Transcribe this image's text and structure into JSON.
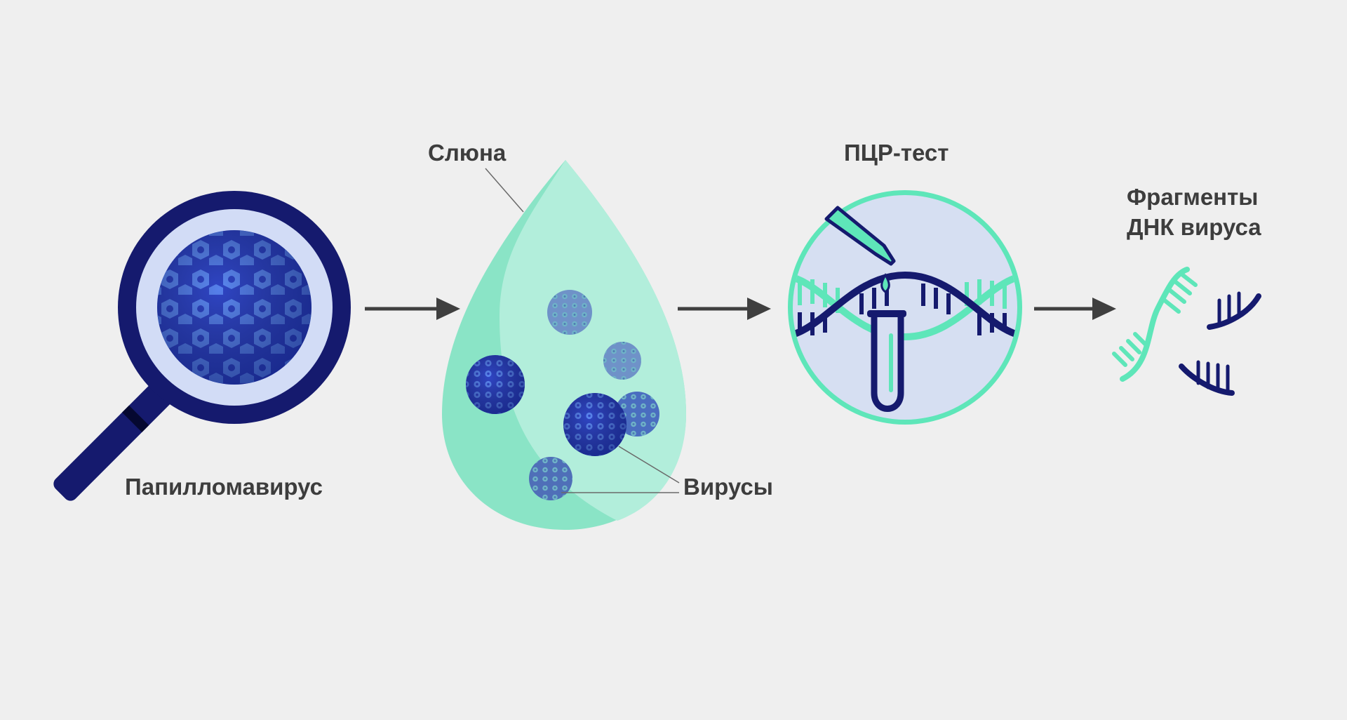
{
  "labels": {
    "papillomavirus": "Папилломавирус",
    "saliva": "Слюна",
    "viruses": "Вирусы",
    "pcr_test": "ПЦР-тест",
    "dna_fragments_line1": "Фрагменты",
    "dna_fragments_line2": "ДНК вируса"
  },
  "colors": {
    "background": "#efefef",
    "navy": "#151a6e",
    "virus_blue": "#2f45c4",
    "virus_spot": "#5a86f0",
    "lens_fill": "#d2dcf6",
    "mint": "#5ee6b9",
    "drop_light": "#b2eedb",
    "drop_mid": "#8ae4c6",
    "pcr_circle_fill": "#d6dff2",
    "arrow": "#3f3f3f",
    "label_text": "#3d3d3d"
  },
  "icons": [
    "magnifier-icon",
    "papillomavirus-icon",
    "saliva-drop-icon",
    "virus-particle-icon",
    "pcr-test-icon",
    "dna-helix-icon",
    "pipette-icon",
    "test-tube-icon",
    "dna-fragment-icon",
    "arrow-right-icon"
  ]
}
